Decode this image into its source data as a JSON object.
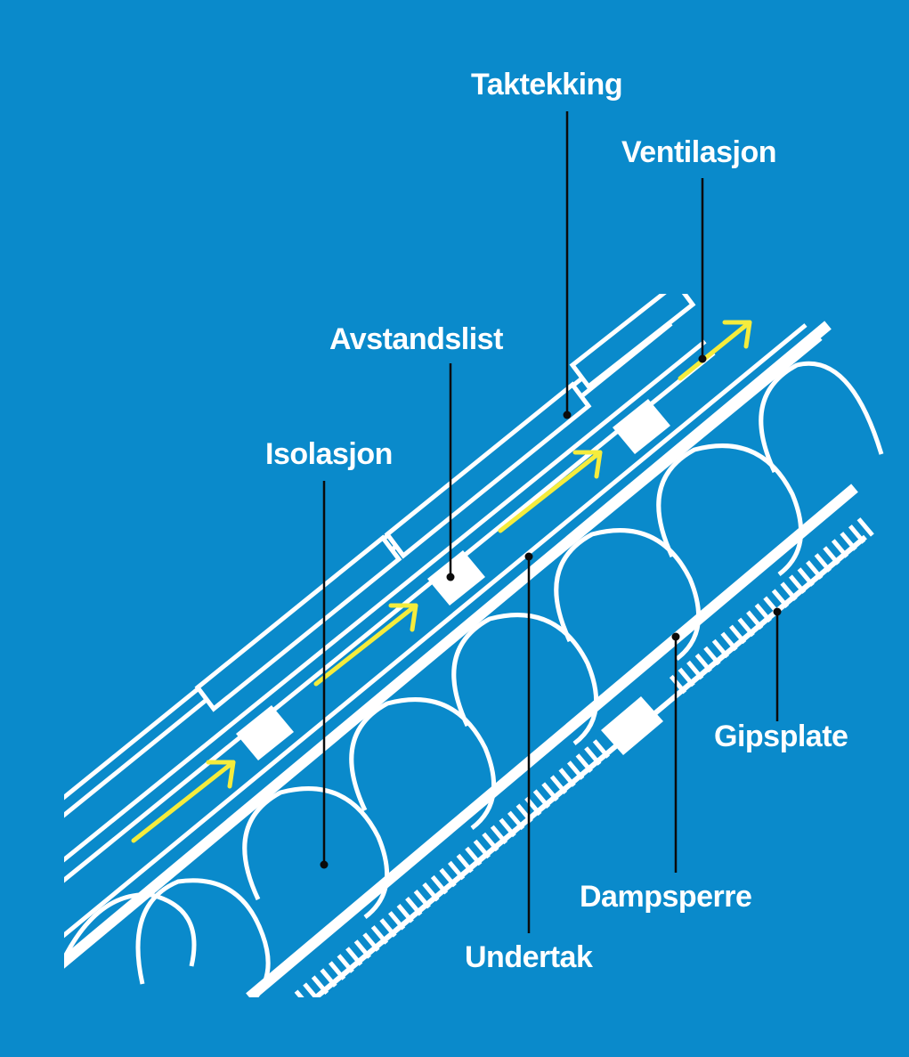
{
  "colors": {
    "background": "#0a8acb",
    "structure": "#ffffff",
    "airflow": "#f5ec3c",
    "leader": "#0b0b0b"
  },
  "labels": {
    "taktekking": "Taktekking",
    "ventilasjon": "Ventilasjon",
    "avstandslist": "Avstandslist",
    "isolasjon": "Isolasjon",
    "gipsplate": "Gipsplate",
    "dampsperre": "Dampsperre",
    "undertak": "Undertak"
  }
}
